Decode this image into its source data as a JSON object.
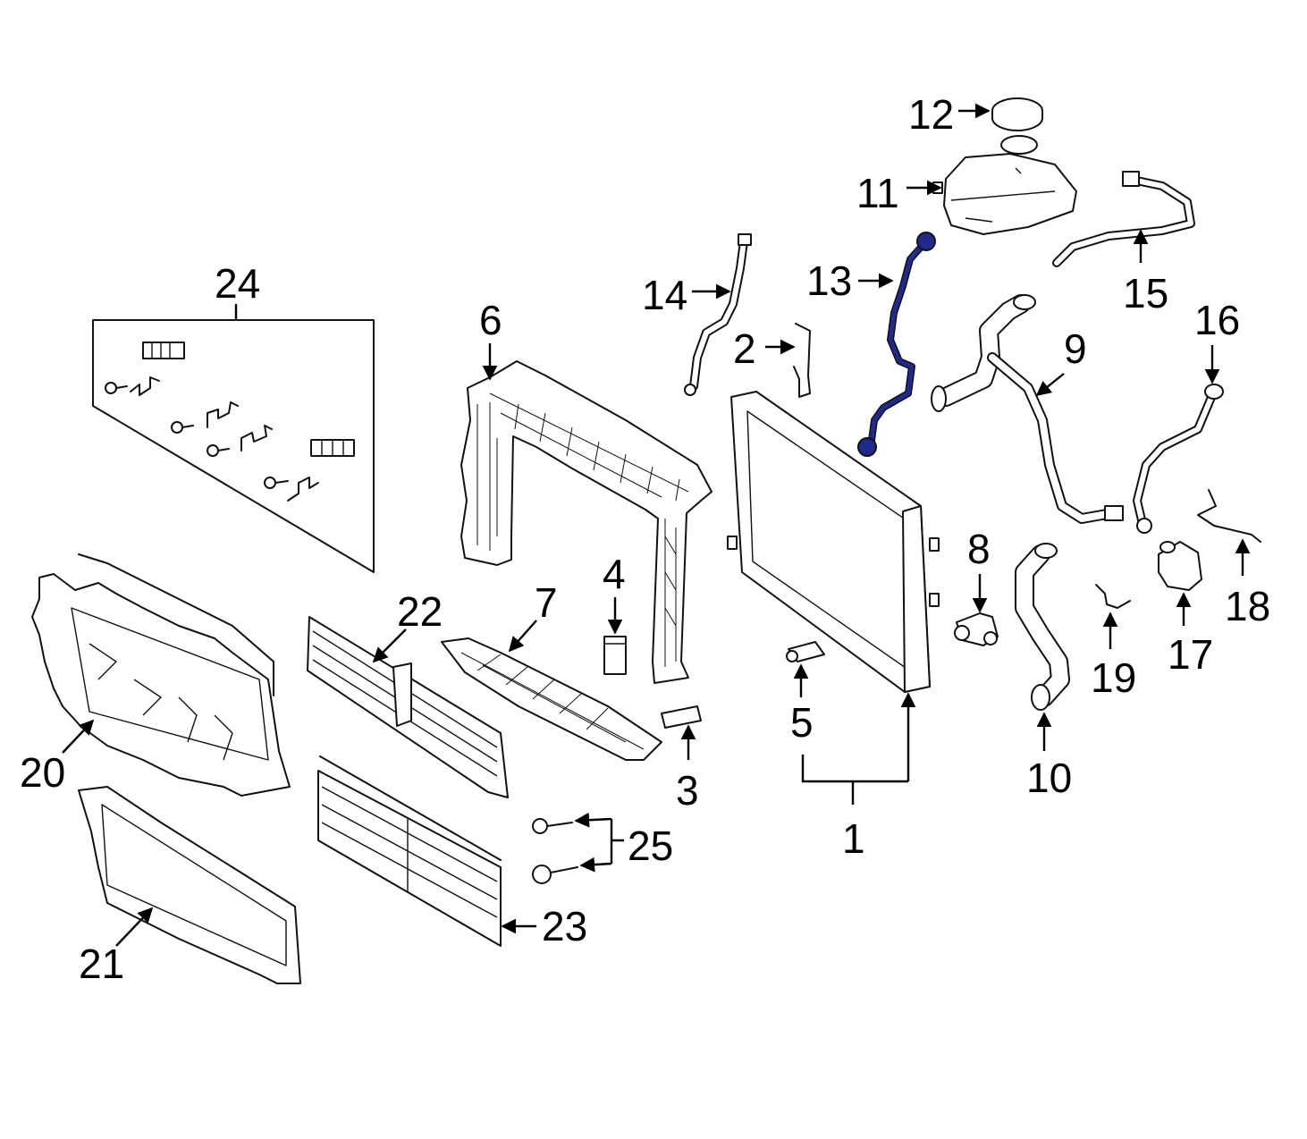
{
  "accent_color": "#1f2a8c",
  "labels": {
    "p1": "1",
    "p2": "2",
    "p3": "3",
    "p4": "4",
    "p5": "5",
    "p6": "6",
    "p7": "7",
    "p8": "8",
    "p9": "9",
    "p10": "10",
    "p11": "11",
    "p12": "12",
    "p13": "13",
    "p14": "14",
    "p15": "15",
    "p16": "16",
    "p17": "17",
    "p18": "18",
    "p19": "19",
    "p20": "20",
    "p21": "21",
    "p22": "22",
    "p23": "23",
    "p24": "24",
    "p25": "25"
  },
  "highlighted_part": "13"
}
